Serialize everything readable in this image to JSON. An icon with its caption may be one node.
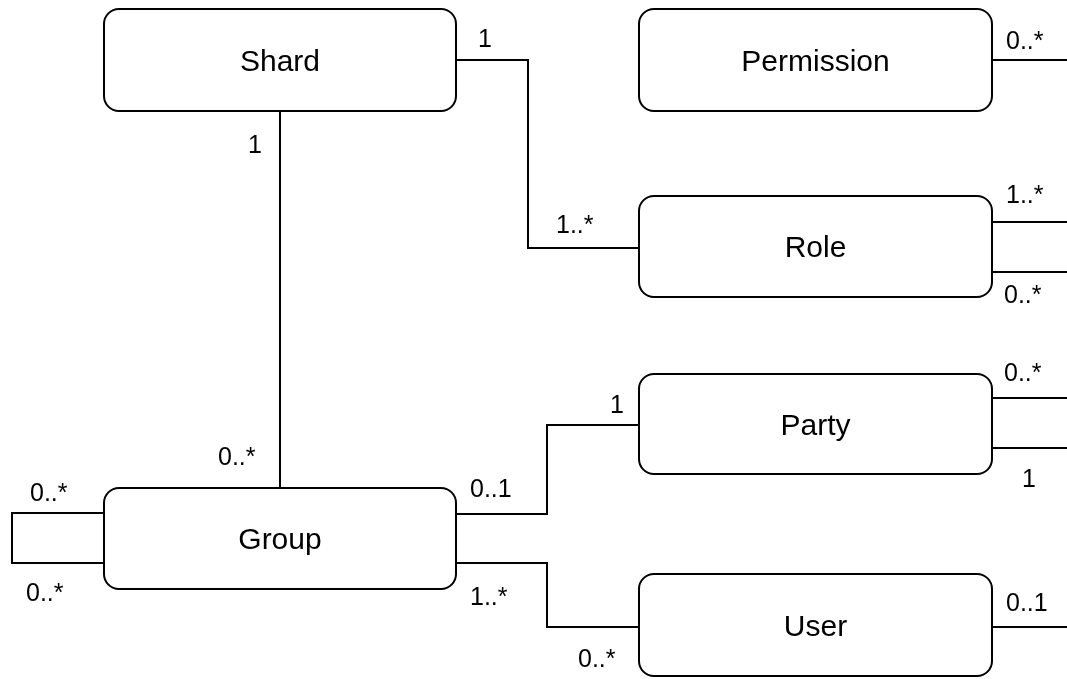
{
  "diagram": {
    "nodes": [
      {
        "text": [
          "Shard"
        ]
      },
      {
        "text": [
          "Permission"
        ]
      },
      {
        "text": [
          "Role"
        ]
      },
      {
        "text": [
          "Party"
        ]
      },
      {
        "text": [
          "Group"
        ]
      },
      {
        "text": [
          "User"
        ]
      }
    ],
    "edges": [
      {
        "from": 0,
        "to": 2,
        "arrow": "none"
      },
      {
        "from": 0,
        "to": 4,
        "arrow": "none"
      },
      {
        "from": 4,
        "to": 4,
        "arrow": "none"
      },
      {
        "from": 4,
        "to": 3,
        "arrow": "none"
      },
      {
        "from": 4,
        "to": 5,
        "arrow": "none"
      },
      {
        "from": 1,
        "to": null,
        "arrow": "none"
      },
      {
        "from": 2,
        "to": null,
        "arrow": "none"
      },
      {
        "from": 2,
        "to": null,
        "arrow": "none"
      },
      {
        "from": 3,
        "to": null,
        "arrow": "none"
      },
      {
        "from": 3,
        "to": null,
        "arrow": "none"
      },
      {
        "from": 5,
        "to": null,
        "arrow": "none"
      }
    ],
    "labels": [
      "1",
      "0..*",
      "1",
      "1..*",
      "1..*",
      "0..*",
      "0..*",
      "1",
      "0..*",
      "1",
      "0..*",
      "0..1",
      "0..*",
      "1..*",
      "0..1",
      "0..*"
    ]
  }
}
